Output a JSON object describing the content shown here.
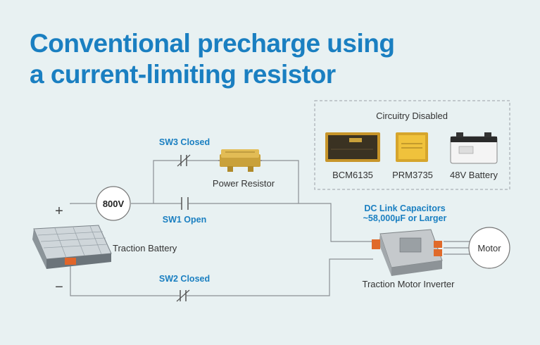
{
  "title": {
    "line1": "Conventional precharge using",
    "line2": "a current-limiting resistor"
  },
  "voltage_label": "800V",
  "battery": {
    "label": "Traction Battery",
    "plus": "+",
    "minus": "−"
  },
  "switches": {
    "sw3": "SW3 Closed",
    "sw1": "SW1 Open",
    "sw2": "SW2 Closed"
  },
  "resistor_label": "Power Resistor",
  "disabled_box": {
    "title": "Circuitry Disabled",
    "items": [
      "BCM6135",
      "PRM3735",
      "48V Battery"
    ]
  },
  "capacitors": {
    "line1": "DC Link Capacitors",
    "line2": "~58,000µF or Larger"
  },
  "inverter_label": "Traction Motor Inverter",
  "motor_label": "Motor",
  "colors": {
    "accent": "#1a7fc1",
    "background": "#e8f1f2",
    "wire": "#8a8f94"
  }
}
